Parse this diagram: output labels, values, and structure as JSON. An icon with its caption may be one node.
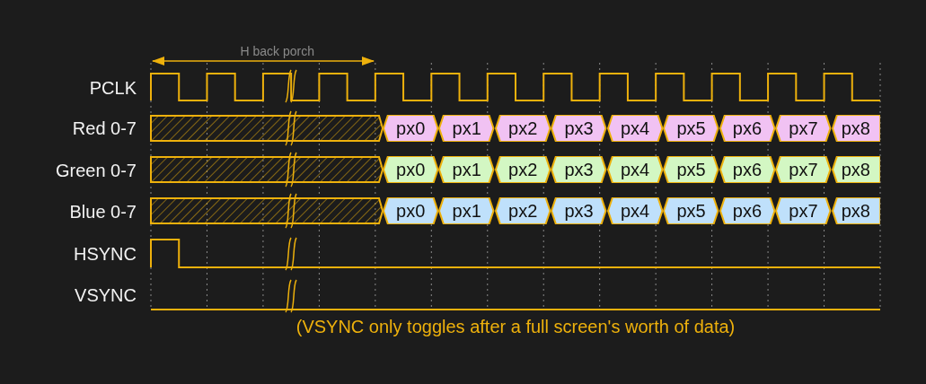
{
  "diagram": {
    "caption": "(VSYNC only toggles after a full screen's worth of data)",
    "nodes": [
      {
        "text": [],
        "shape": "bar"
      },
      {
        "text": [
          "px0"
        ]
      },
      {
        "text": [
          "px1"
        ]
      },
      {
        "text": [
          "px2"
        ]
      },
      {
        "text": [
          "px3"
        ]
      },
      {
        "text": [
          "px4"
        ]
      },
      {
        "text": [
          "px5"
        ]
      },
      {
        "text": [
          "px6"
        ]
      },
      {
        "text": [
          "px7"
        ]
      },
      {
        "text": [
          "px8"
        ]
      },
      {
        "text": [],
        "shape": "bar"
      },
      {
        "text": [
          "px0"
        ]
      },
      {
        "text": [
          "px1"
        ]
      },
      {
        "text": [
          "px2"
        ]
      },
      {
        "text": [
          "px3"
        ]
      },
      {
        "text": [
          "px4"
        ]
      },
      {
        "text": [
          "px5"
        ]
      },
      {
        "text": [
          "px6"
        ]
      },
      {
        "text": [
          "px7"
        ]
      },
      {
        "text": [
          "px8"
        ]
      },
      {
        "text": [],
        "shape": "bar"
      },
      {
        "text": [
          "px0"
        ]
      },
      {
        "text": [
          "px1"
        ]
      },
      {
        "text": [
          "px2"
        ]
      },
      {
        "text": [
          "px3"
        ]
      },
      {
        "text": [
          "px4"
        ]
      },
      {
        "text": [
          "px5"
        ]
      },
      {
        "text": [
          "px6"
        ]
      },
      {
        "text": [
          "px7"
        ]
      },
      {
        "text": [
          "px8"
        ]
      }
    ],
    "labels": [
      "H back porch",
      "PCLK",
      "Red 0-7",
      "Green 0-7",
      "Blue 0-7",
      "HSYNC",
      "VSYNC"
    ]
  }
}
